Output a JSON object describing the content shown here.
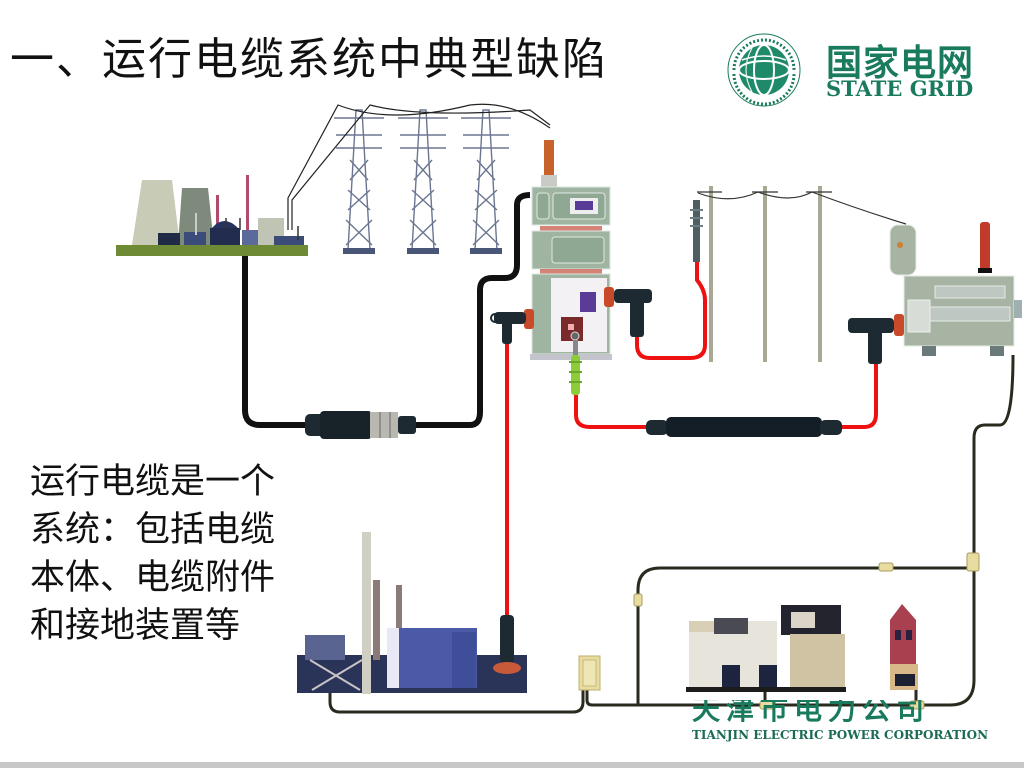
{
  "slide": {
    "title": "一、运行电缆系统中典型缺陷",
    "body_text": "运行电缆是一个系统：包括电缆本体、电缆附件和接地装置等"
  },
  "logo": {
    "name_cn": "国家电网",
    "name_en": "STATE GRID",
    "emblem_ring_text": "STATE GRID CORPORATION OF CHINA · 国家电网公司"
  },
  "footer": {
    "company_cn": "天津市电力公司",
    "company_en": "TIANJIN ELECTRIC POWER CORPORATION"
  },
  "diagram": {
    "components": [
      {
        "id": "power-plant",
        "label": "nuclear-power-plant"
      },
      {
        "id": "transmission-towers",
        "count": 3
      },
      {
        "id": "switchgear",
        "label": "ring-main-unit"
      },
      {
        "id": "utility-poles",
        "count": 3
      },
      {
        "id": "transformer",
        "label": "pad-transformer"
      },
      {
        "id": "factory",
        "label": "industrial-plant"
      },
      {
        "id": "distribution-box"
      },
      {
        "id": "houses"
      }
    ],
    "colors": {
      "black_cable": "#111111",
      "red_cable": "#ee1111",
      "ground_wire": "#2a2a1e",
      "ground_joint": "#e8dca0",
      "switchgear": "#9fb5a2",
      "brand_green": "#1a7a5e"
    }
  }
}
